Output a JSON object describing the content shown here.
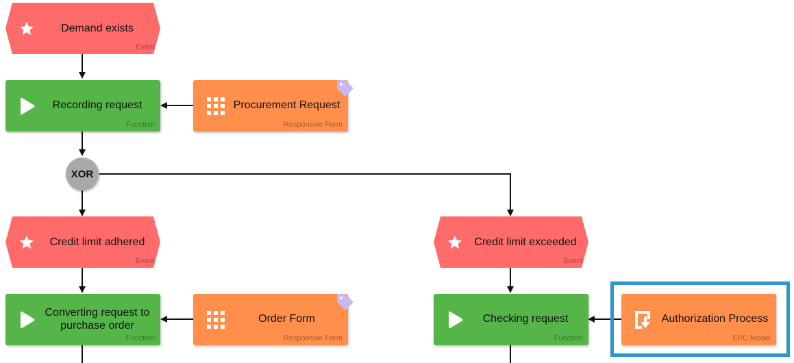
{
  "nodes": {
    "demand_exists": {
      "label": "Demand exists",
      "type": "Event"
    },
    "recording_request": {
      "label": "Recording request",
      "type": "Function"
    },
    "procurement_request": {
      "label": "Procurement Request",
      "type": "Responsive Form"
    },
    "xor": {
      "label": "XOR"
    },
    "credit_limit_adhered": {
      "label": "Credit limit adhered",
      "type": "Event"
    },
    "credit_limit_exceeded": {
      "label": "Credit limit exceeded",
      "type": "Event"
    },
    "converting_request": {
      "label": "Converting request to purchase order",
      "type": "Function"
    },
    "order_form": {
      "label": "Order Form",
      "type": "Responsive Form"
    },
    "checking_request": {
      "label": "Checking request",
      "type": "Function"
    },
    "authorization_process": {
      "label": "Authorization Process",
      "type": "EPC Model"
    }
  },
  "colors": {
    "event": "#ff6b6b",
    "function": "#55b548",
    "form": "#ff8f4a",
    "gateway": "#a9a9a9",
    "selection": "#2f95cc"
  }
}
